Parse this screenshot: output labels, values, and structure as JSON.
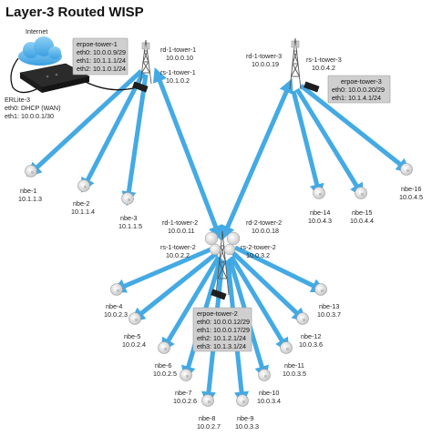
{
  "title": "Layer-3 Routed WISP",
  "internet": {
    "label": "Internet"
  },
  "erlite": {
    "lines": [
      "ERLite-3",
      "eth0: DHCP (WAN)",
      "eth1: 10.0.0.1/30"
    ]
  },
  "tower1": {
    "rd_name": "rd-1-tower-1",
    "rd_ip": "10.0.0.10",
    "rs_name": "rs-1-tower-1",
    "rs_ip": "10.1.0.2",
    "erpoe": [
      "erpoe-tower-1",
      "eth0: 10.0.0.9/29",
      "eth1: 10.1.1.1/24",
      "eth2: 10.1.0.1/24"
    ],
    "clients": [
      {
        "name": "nbe-1",
        "ip": "10.1.1.3"
      },
      {
        "name": "nbe-2",
        "ip": "10.1.1.4"
      },
      {
        "name": "nbe-3",
        "ip": "10.1.1.5"
      }
    ]
  },
  "tower3": {
    "rd_name": "rd-1-tower-3",
    "rd_ip": "10.0.0.19",
    "rs_name": "rs-1-tower-3",
    "rs_ip": "10.0.4.2",
    "erpoe": [
      "erpoe-tower-3",
      "eth0: 10.0.0.20/29",
      "eth1: 10.1.4.1/24"
    ],
    "clients": [
      {
        "name": "nbe-14",
        "ip": "10.0.4.3"
      },
      {
        "name": "nbe-15",
        "ip": "10.0.4.4"
      },
      {
        "name": "nbe-16",
        "ip": "10.0.4.5"
      }
    ]
  },
  "tower2": {
    "rd1_name": "rd-1-tower-2",
    "rd1_ip": "10.0.0.11",
    "rd2_name": "rd-2-tower-2",
    "rd2_ip": "10.0.0.18",
    "rs1_name": "rs-1-tower-2",
    "rs1_ip": "10.0.2.2",
    "rs2_name": "rs-2-tower-2",
    "rs2_ip": "10.0.3.2",
    "erpoe": [
      "erpoe-tower-2",
      "eth0: 10.0.0.12/29",
      "eth1: 10.0.0.17/29",
      "eth2: 10.1.2.1/24",
      "eth3: 10.1.3.1/24"
    ],
    "clients": [
      {
        "name": "nbe-4",
        "ip": "10.0.2.3"
      },
      {
        "name": "nbe-5",
        "ip": "10.0.2.4"
      },
      {
        "name": "nbe-6",
        "ip": "10.0.2.5"
      },
      {
        "name": "nbe-7",
        "ip": "10.0.2.6"
      },
      {
        "name": "nbe-8",
        "ip": "10.0.2.7"
      },
      {
        "name": "nbe-9",
        "ip": "10.0.3.3"
      },
      {
        "name": "nbe-10",
        "ip": "10.0.3.4"
      },
      {
        "name": "nbe-11",
        "ip": "10.0.3.5"
      },
      {
        "name": "nbe-12",
        "ip": "10.0.3.6"
      },
      {
        "name": "nbe-13",
        "ip": "10.0.3.7"
      }
    ]
  }
}
